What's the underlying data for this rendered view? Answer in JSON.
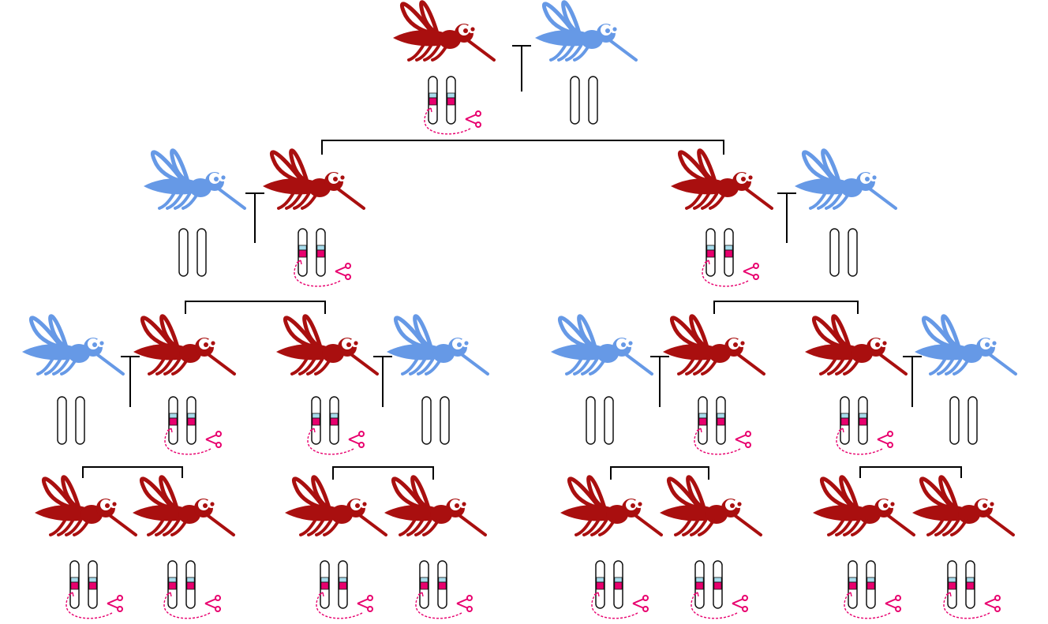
{
  "colors": {
    "drive_mosquito": "#a90f0f",
    "wild_mosquito": "#6699e6",
    "cargo_band": "#e8006e",
    "marker_band": "#a8dcec",
    "scissors": "#e8006e",
    "line": "#000000"
  },
  "legend_icons": {
    "scissors": "scissors-icon",
    "homing_arrow": "curved-arrow-icon",
    "cross_symbol": "mating-cross-icon"
  },
  "generations": [
    {
      "level": 0,
      "crosses": 1,
      "drive_offspring_per_cross": 2
    },
    {
      "level": 1,
      "crosses": 2,
      "drive_offspring_per_cross": 2
    },
    {
      "level": 2,
      "crosses": 4,
      "drive_offspring_per_cross": 2
    },
    {
      "level": 3,
      "crosses": 0,
      "drive_offspring": 8
    }
  ]
}
